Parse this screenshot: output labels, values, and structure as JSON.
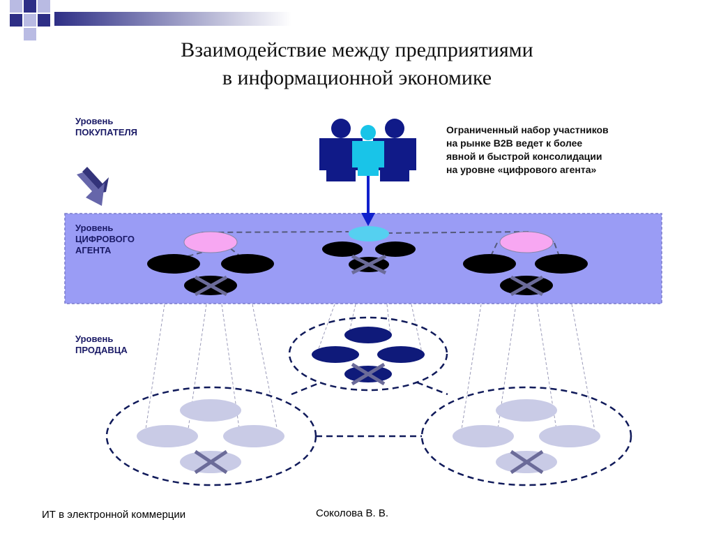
{
  "title": {
    "line1": "Взаимодействие между предприятиями",
    "line2": "в  информационной  экономике"
  },
  "levels": {
    "buyer": {
      "line1": "Уровень",
      "line2": "ПОКУПАТЕЛЯ"
    },
    "agent": {
      "line1": "Уровень",
      "line2": "ЦИФРОВОГО",
      "line3": "АГЕНТА"
    },
    "seller": {
      "line1": "Уровень",
      "line2": "ПРОДАВЦА"
    }
  },
  "note": {
    "line1": "Ограниченный набор участников",
    "line2": "на рынке B2B ведет к более",
    "line3": "явной и быстрой консолидации",
    "line4": "на уровне «цифрового агента»"
  },
  "footer": {
    "left": "ИТ в электронной коммерции",
    "right": "Соколова В. В."
  },
  "colors": {
    "agent_band": "#9a9cf5",
    "agent_band_border": "#7a7ccc",
    "dark_navy": "#0f1a7a",
    "people_navy": "#101a88",
    "people_cyan": "#19c4e8",
    "pink": "#f7a7f2",
    "cyan_node": "#55d0f0",
    "light_node": "#c9cbe6",
    "cross": "#6b6b99",
    "arrow": "#6666aa",
    "corner_squares": [
      "#2e2f86",
      "#b9bbe3"
    ]
  },
  "icons": {
    "people": "people-group-icon",
    "arrow": "down-right-arrow-icon",
    "cross": "cross-mark-icon"
  }
}
